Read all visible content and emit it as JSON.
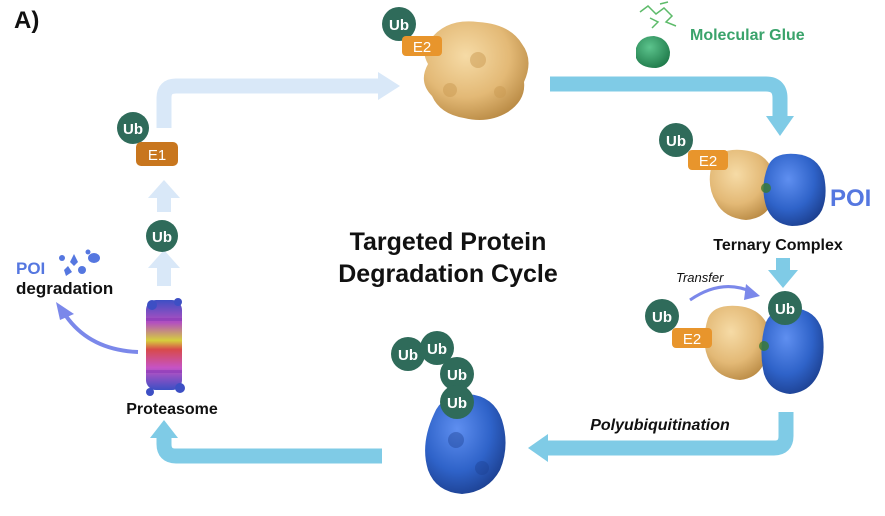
{
  "panel_label": "A)",
  "center_title": {
    "line1": "Targeted Protein",
    "line2": "Degradation Cycle"
  },
  "labels": {
    "ub": "Ub",
    "e1": "E1",
    "e2": "E2",
    "molecular_glue": "Molecular Glue",
    "poi": "POI",
    "ternary_complex": "Ternary Complex",
    "transfer": "Transfer",
    "polyubiquitination": "Polyubiquitination",
    "proteasome": "Proteasome",
    "poi_degradation_poi": "POI",
    "poi_degradation_text": "degradation"
  },
  "colors": {
    "ub_green": "#2f6b5a",
    "e1_orange": "#c8761e",
    "e2_orange": "#e8952c",
    "protein_tan": "#e3b976",
    "protein_blue": "#2f63c9",
    "arrow_light": "#d9e8f8",
    "arrow_cyan": "#7fcbe6",
    "glue_green": "#3aa36b",
    "poi_blue": "#5577e0",
    "purple_arrow": "#7b88ea"
  }
}
